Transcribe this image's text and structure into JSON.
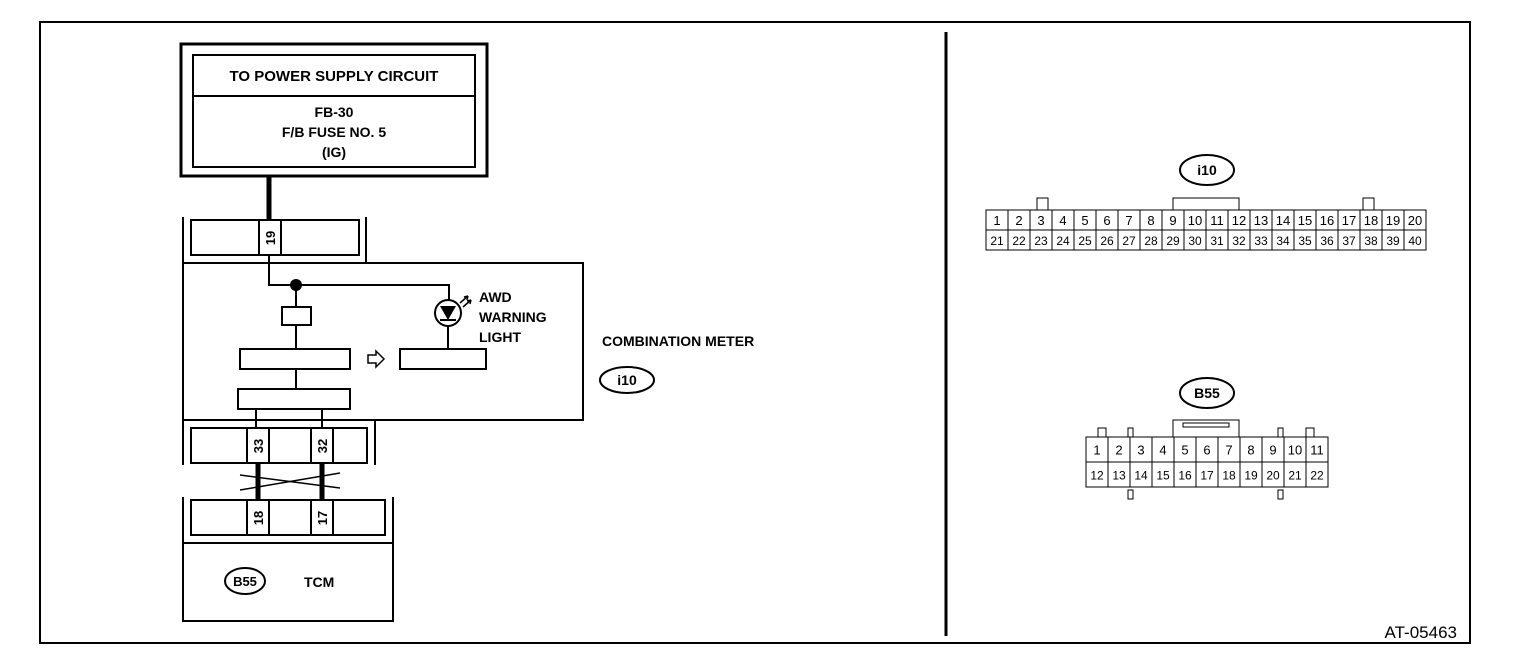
{
  "power_supply": {
    "title": "TO POWER SUPPLY CIRCUIT",
    "line1": "FB-30",
    "line2": "F/B FUSE NO. 5",
    "line3": "(IG)"
  },
  "combination_meter": {
    "pin_power": "19",
    "pin_a": "33",
    "pin_b": "32",
    "light_label_1": "AWD",
    "light_label_2": "WARNING",
    "light_label_3": "LIGHT",
    "name": "COMBINATION METER",
    "connector": "i10"
  },
  "tcm": {
    "pin_a": "18",
    "pin_b": "17",
    "connector": "B55",
    "name": "TCM"
  },
  "connector_i10": {
    "label": "i10",
    "row1": [
      "1",
      "2",
      "3",
      "4",
      "5",
      "6",
      "7",
      "8",
      "9",
      "10",
      "11",
      "12",
      "13",
      "14",
      "15",
      "16",
      "17",
      "18",
      "19",
      "20"
    ],
    "row2": [
      "21",
      "22",
      "23",
      "24",
      "25",
      "26",
      "27",
      "28",
      "29",
      "30",
      "31",
      "32",
      "33",
      "34",
      "35",
      "36",
      "37",
      "38",
      "39",
      "40"
    ]
  },
  "connector_b55": {
    "label": "B55",
    "row1": [
      "1",
      "2",
      "3",
      "4",
      "5",
      "6",
      "7",
      "8",
      "9",
      "10",
      "11"
    ],
    "row2": [
      "12",
      "13",
      "14",
      "15",
      "16",
      "17",
      "18",
      "19",
      "20",
      "21",
      "22"
    ]
  },
  "figure_id": "AT-05463"
}
